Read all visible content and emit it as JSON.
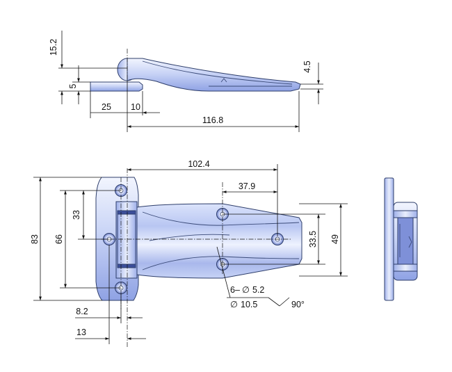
{
  "colors": {
    "metal_light": "#e8eefc",
    "metal_mid": "#aab9ee",
    "metal_dark": "#5f73c8",
    "outline": "#2d3d6a",
    "dimension_line": "#111111"
  },
  "side_view": {
    "dims": {
      "pin_height": "15.2",
      "base_height": "5",
      "tip_thickness": "4.5",
      "base_rear": "25",
      "base_front": "10",
      "overall_length": "116.8"
    }
  },
  "front_view": {
    "dims": {
      "pin_to_far_hole": "102.4",
      "hole_spacing_leaf": "37.9",
      "leaf_hole_upper": "33",
      "leaf_hole_span": "66",
      "overall_height": "83",
      "strap_hole_span": "33.5",
      "strap_height": "49",
      "hole_offset_small": "8.2",
      "hole_offset_large": "13"
    },
    "hole_callout": {
      "count_label": "6–",
      "dia_symbol": "∅",
      "hole_dia": "5.2",
      "counter_dia": "10.5",
      "angle": "90°"
    }
  }
}
